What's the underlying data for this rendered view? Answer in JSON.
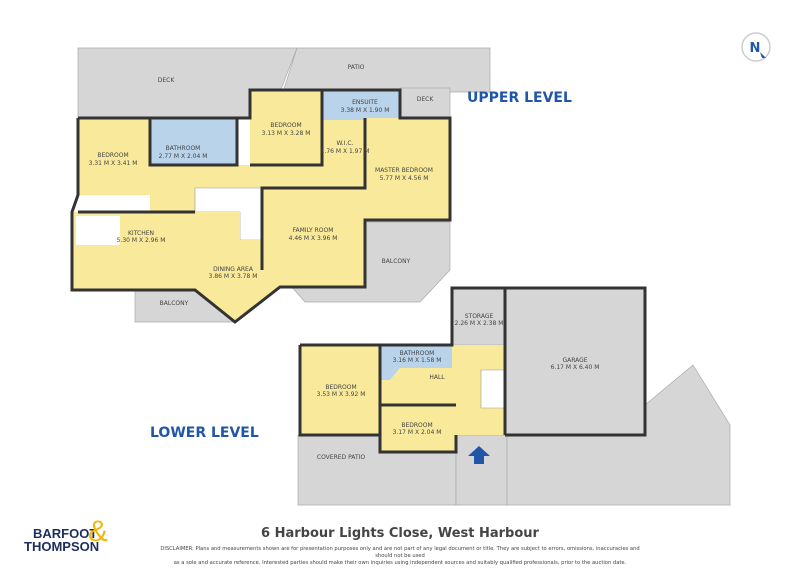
{
  "plan": {
    "upper_level_label": "UPPER LEVEL",
    "lower_level_label": "LOWER LEVEL",
    "compass": "N",
    "colors": {
      "room": "#f9e99a",
      "wet_room": "#b8d3ea",
      "outdoor": "#d6d6d6",
      "wall": "#333333",
      "accent": "#1f56a8"
    },
    "upper_rooms": [
      {
        "name": "DECK",
        "dims": ""
      },
      {
        "name": "PATIO",
        "dims": ""
      },
      {
        "name": "DECK",
        "dims": ""
      },
      {
        "name": "BEDROOM",
        "dims": "3.31 M X 3.41 M"
      },
      {
        "name": "BATHROOM",
        "dims": "2.77 M X 2.04 M"
      },
      {
        "name": "BEDROOM",
        "dims": "3.13 M X 3.28 M"
      },
      {
        "name": "ENSUITE",
        "dims": "3.38 M X 1.90 M"
      },
      {
        "name": "W.I.C.",
        "dims": "1.76 M X 1.97 M"
      },
      {
        "name": "MASTER BEDROOM",
        "dims": "5.77 M X 4.56 M"
      },
      {
        "name": "KITCHEN",
        "dims": "5.30 M X 2.96 M"
      },
      {
        "name": "FAMILY ROOM",
        "dims": "4.46 M X 3.96 M"
      },
      {
        "name": "DINING AREA",
        "dims": "3.86 M X 3.78 M"
      },
      {
        "name": "BALCONY",
        "dims": ""
      },
      {
        "name": "BALCONY",
        "dims": ""
      }
    ],
    "lower_rooms": [
      {
        "name": "STORAGE",
        "dims": "2.26 M X 2.38 M"
      },
      {
        "name": "GARAGE",
        "dims": "6.17 M X 6.40 M"
      },
      {
        "name": "BATHROOM",
        "dims": "3.16 M X 1.58 M"
      },
      {
        "name": "HALL",
        "dims": ""
      },
      {
        "name": "BEDROOM",
        "dims": "3.53 M X 3.92 M"
      },
      {
        "name": "BEDROOM",
        "dims": "3.17 M X 2.04 M"
      },
      {
        "name": "COVERED PATIO",
        "dims": ""
      }
    ]
  },
  "footer": {
    "address": "6 Harbour Lights Close, West Harbour",
    "disclaimer_line1": "DISCLAIMER: Plans and measurements shown are for presentation purposes only and are not part of any legal document or title. They are subject to errors, omissions, inaccuracies and should not be used",
    "disclaimer_line2": "as a sole and accurate reference. Interested parties should make their own inquiries using independent sources and suitably qualified professionals, prior to the auction date.",
    "logo_line1": "BARFOOT",
    "logo_line2": "THOMPSON",
    "logo_amp": "&"
  }
}
